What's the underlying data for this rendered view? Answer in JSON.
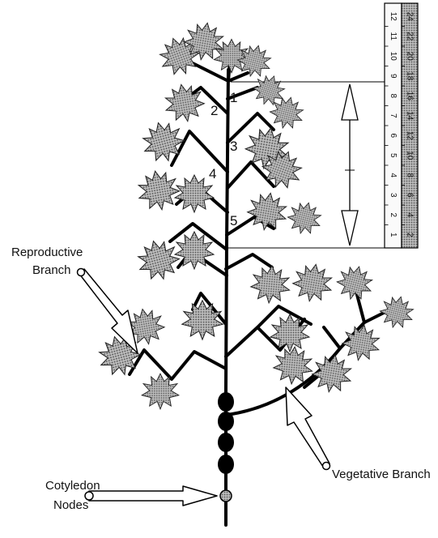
{
  "labels": {
    "reproductive_line1": "Reproductive",
    "reproductive_line2": "Branch",
    "vegetative": "Vegetative Branch",
    "cotyledon_line1": "Cotyledon",
    "cotyledon_line2": "Nodes"
  },
  "node_numbers": [
    "1",
    "2",
    "3",
    "4",
    "5"
  ],
  "ruler": {
    "inner_ticks": [
      "12",
      "11",
      "10",
      "9",
      "8",
      "7",
      "6",
      "5",
      "4",
      "3",
      "2",
      "1"
    ],
    "outer_ticks": [
      "24",
      "22",
      "20",
      "18",
      "16",
      "14",
      "12",
      "10",
      "8",
      "6",
      "4",
      "2"
    ]
  },
  "colors": {
    "stem": "#000000",
    "leaf_fill": "#9a9a9a",
    "leaf_stroke": "#222222",
    "ruler_shade": "#c8c8c8"
  }
}
